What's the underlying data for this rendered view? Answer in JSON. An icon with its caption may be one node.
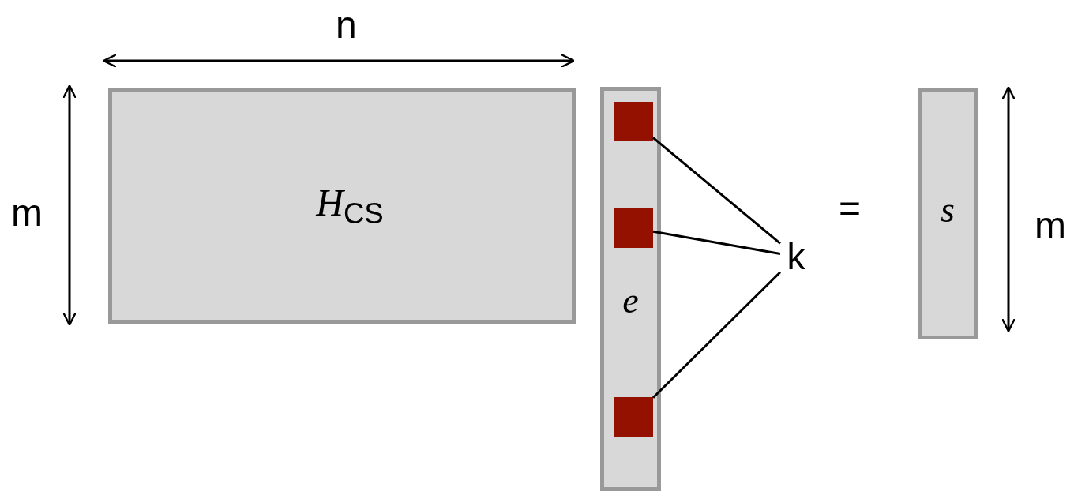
{
  "diagram": {
    "nodes": [
      {
        "text": [
          "*H*$_{CS}$"
        ]
      },
      {
        "text": [
          "e"
        ]
      },
      {
        "text": [],
        "shape": "box",
        "in": 1
      },
      {
        "text": [],
        "shape": "box",
        "in": 1
      },
      {
        "text": [],
        "shape": "box",
        "in": 1
      },
      {
        "text": [
          "k"
        ]
      },
      {
        "text": [
          "s"
        ]
      }
    ],
    "edges": [
      {
        "from": 2,
        "to": 5,
        "arrow": "none"
      },
      {
        "from": 3,
        "to": 5,
        "arrow": "none"
      },
      {
        "from": 4,
        "to": 5,
        "arrow": "none"
      }
    ],
    "labels": [
      "n",
      "m",
      "=",
      "m"
    ]
  }
}
